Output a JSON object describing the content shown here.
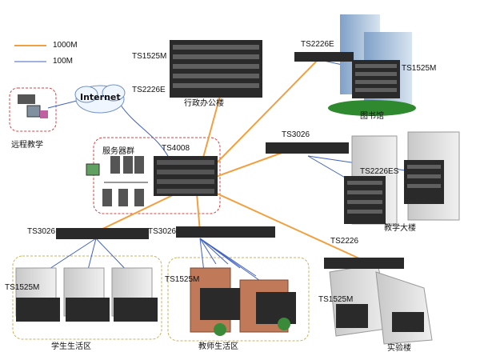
{
  "legend": {
    "items": [
      {
        "label": "1000M",
        "color": "#f0a040"
      },
      {
        "label": "100M",
        "color": "#4060c0"
      }
    ]
  },
  "labels": {
    "internet": "Internet",
    "remote": "远程教学",
    "server_group": "服务器群",
    "core": "TS4008",
    "admin_building": "行政办公楼",
    "admin_ts1525m": "TS1525M",
    "admin_ts2226e": "TS2226E",
    "library_switch": "TS2226E",
    "library_ts1525m": "TS1525M",
    "library": "图书馆",
    "teach_ts3026": "TS3026",
    "teach_ts2226es": "TS2226ES",
    "teaching_building": "教学大楼",
    "lab_ts2226": "TS2226",
    "lab_ts1525m": "TS1525M",
    "lab_building": "实验楼",
    "student_ts3026": "TS3026",
    "student_ts1525m": "TS1525M",
    "student_area": "学生生活区",
    "teacher_ts3026": "TS3026",
    "teacher_ts1525m": "TS1525M",
    "teacher_area": "教师生活区"
  },
  "colors": {
    "gigabit": "#f0a040",
    "fast": "#4060c0",
    "dashed_red": "#d04040",
    "dashed_gold": "#c8b060"
  }
}
